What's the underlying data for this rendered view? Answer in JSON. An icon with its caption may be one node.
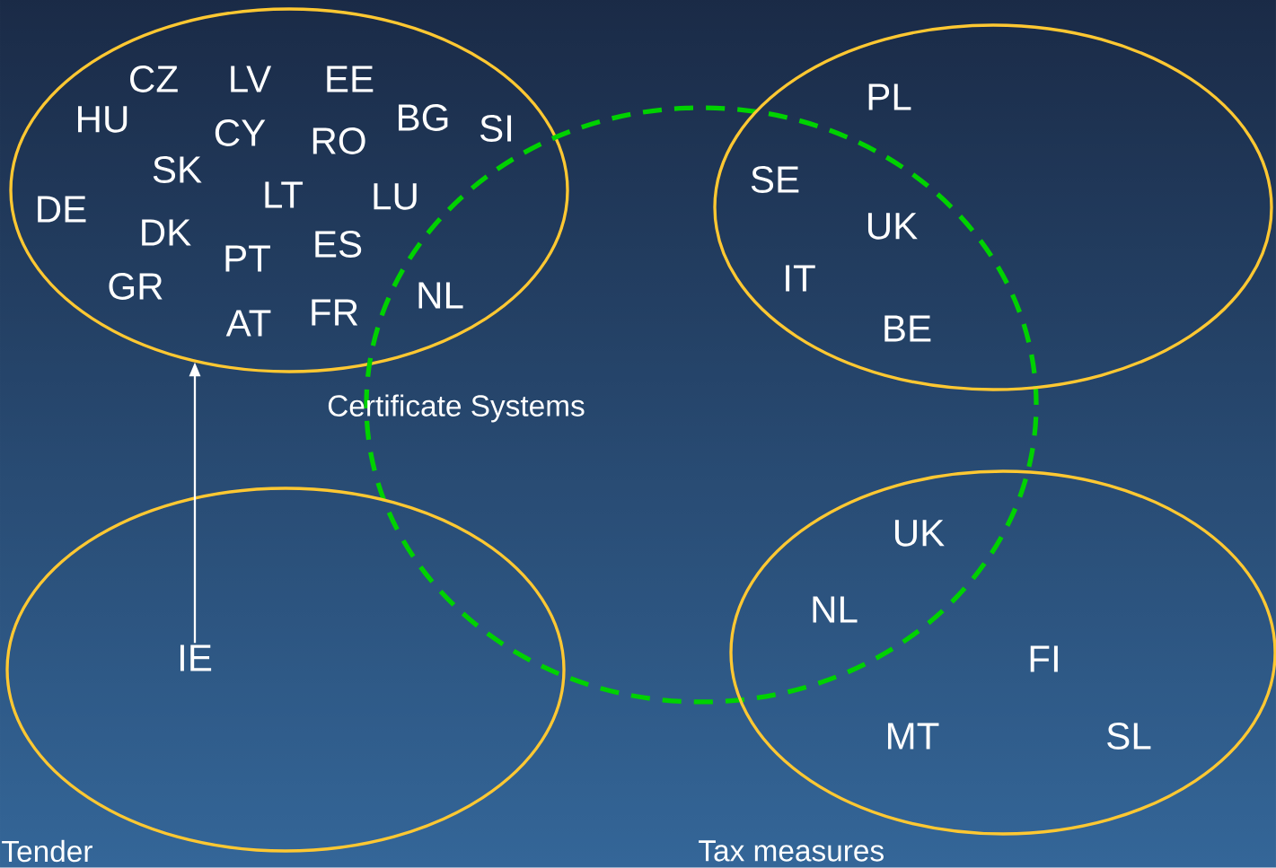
{
  "diagram": {
    "nodes": [
      {
        "text": [],
        "shape": "ellipse"
      },
      {
        "text": [
          "CZ"
        ],
        "in": 0
      },
      {
        "text": [
          "LV"
        ],
        "in": 0
      },
      {
        "text": [
          "EE"
        ],
        "in": 0
      },
      {
        "text": [
          "HU"
        ],
        "in": 0
      },
      {
        "text": [
          "BG"
        ],
        "in": 0
      },
      {
        "text": [
          "SI"
        ],
        "in": 0
      },
      {
        "text": [
          "CY"
        ],
        "in": 0
      },
      {
        "text": [
          "RO"
        ],
        "in": 0
      },
      {
        "text": [
          "SK"
        ],
        "in": 0
      },
      {
        "text": [
          "LT"
        ],
        "in": 0
      },
      {
        "text": [
          "LU"
        ],
        "in": 0
      },
      {
        "text": [
          "DE"
        ],
        "in": 0
      },
      {
        "text": [
          "DK"
        ],
        "in": 0
      },
      {
        "text": [
          "ES"
        ],
        "in": 0
      },
      {
        "text": [
          "PT"
        ],
        "in": 0
      },
      {
        "text": [
          "GR"
        ],
        "in": 0
      },
      {
        "text": [
          "NL"
        ]
      },
      {
        "text": [
          "FR"
        ],
        "in": 0
      },
      {
        "text": [
          "AT"
        ],
        "in": 0
      },
      {
        "text": [
          "Certificate Systems"
        ]
      },
      {
        "text": [],
        "shape": "ellipse"
      },
      {
        "text": [
          "PL"
        ],
        "in": 21
      },
      {
        "text": [
          "SE"
        ]
      },
      {
        "text": [
          "UK"
        ]
      },
      {
        "text": [
          "IT"
        ]
      },
      {
        "text": [
          "BE"
        ]
      },
      {
        "text": [
          "Tender"
        ]
      },
      {
        "text": [
          "IE"
        ],
        "in": 27
      },
      {
        "text": [
          "Tax measures"
        ]
      },
      {
        "text": [
          "UK"
        ]
      },
      {
        "text": [
          "NL"
        ]
      },
      {
        "text": [
          "FI"
        ],
        "in": 29
      },
      {
        "text": [
          "MT"
        ],
        "in": 29
      },
      {
        "text": [
          "SL"
        ],
        "in": 29
      }
    ],
    "edges": [
      {
        "from": 28,
        "to": 0,
        "arrow": "to"
      }
    ]
  }
}
